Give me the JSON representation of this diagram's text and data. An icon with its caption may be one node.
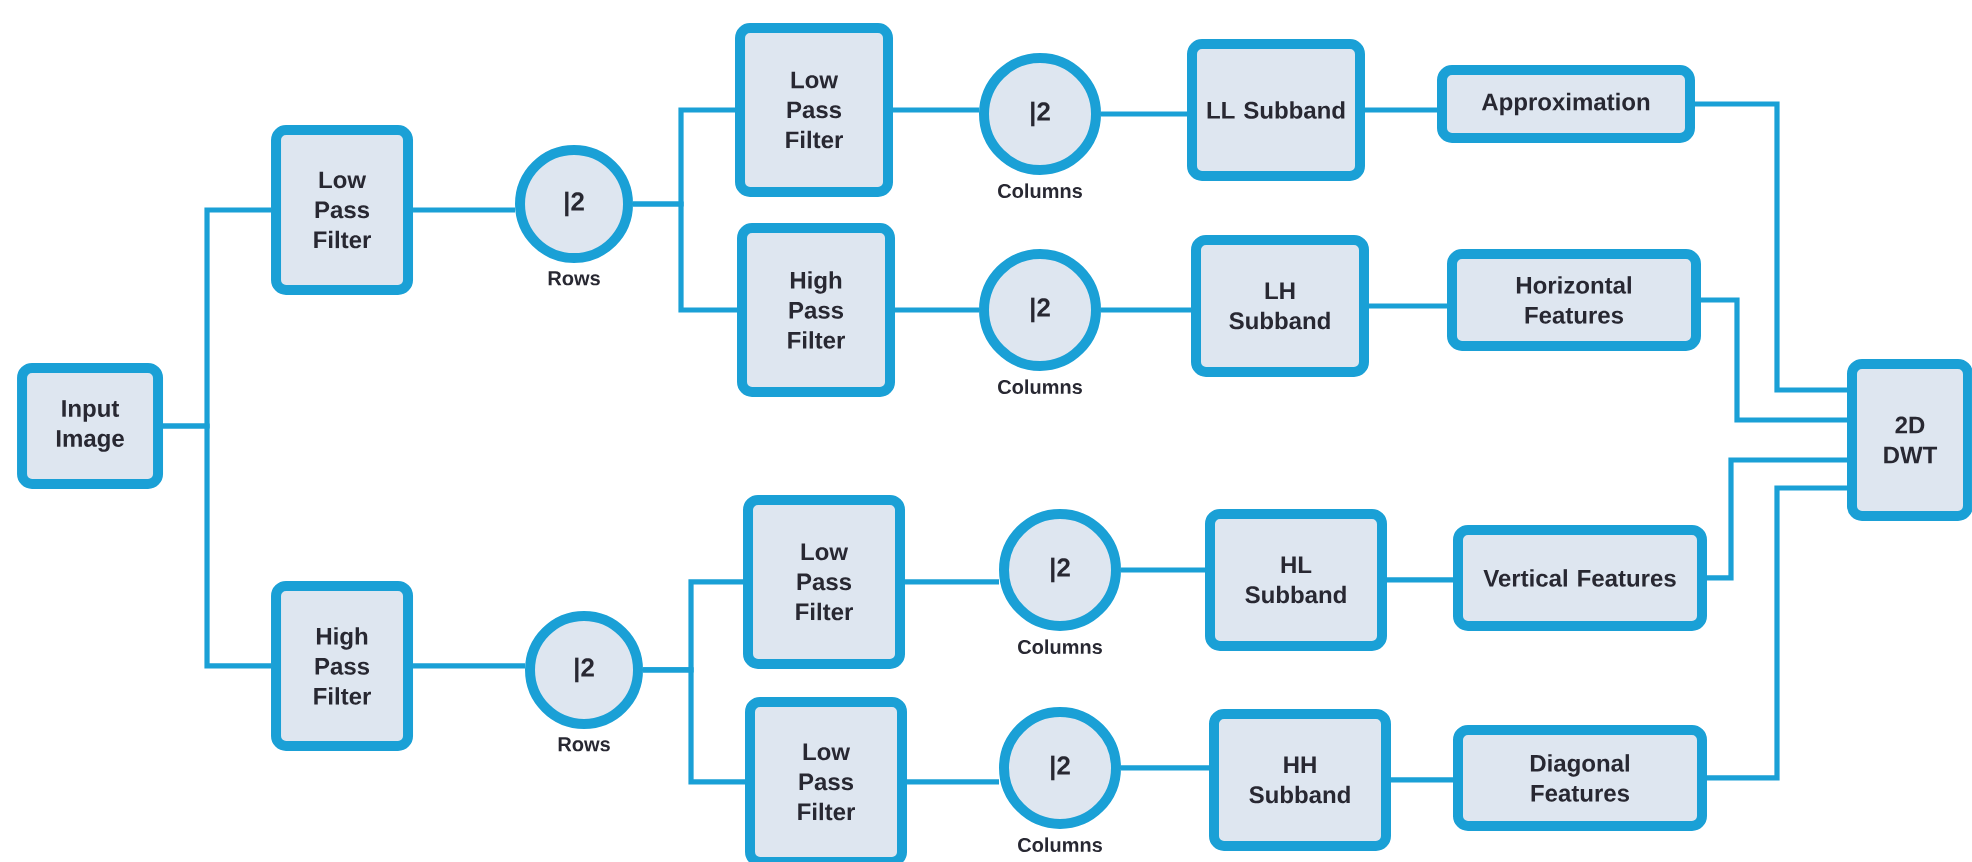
{
  "diagram": {
    "nodes": [
      {
        "text": [
          "Input Image"
        ]
      },
      {
        "text": [
          "Low Pass Filter"
        ]
      },
      {
        "text": [
          "|2"
        ],
        "beside": [
          "Rows"
        ]
      },
      {
        "text": [
          "High Pass Filter"
        ]
      },
      {
        "text": [
          "|2"
        ],
        "beside": [
          "Rows"
        ]
      },
      {
        "text": [
          "Low Pass Filter"
        ]
      },
      {
        "text": [
          "High Pass Filter"
        ]
      },
      {
        "text": [
          "|2"
        ],
        "beside": [
          "Columns"
        ]
      },
      {
        "text": [
          "|2"
        ],
        "beside": [
          "Columns"
        ]
      },
      {
        "text": [
          "LL Subband"
        ]
      },
      {
        "text": [
          "Approximation"
        ]
      },
      {
        "text": [
          "LH Subband"
        ]
      },
      {
        "text": [
          "Horizontal Features"
        ]
      },
      {
        "text": [
          "Low Pass Filter"
        ]
      },
      {
        "text": [
          "Low Pass Filter"
        ]
      },
      {
        "text": [
          "|2"
        ],
        "beside": [
          "Columns"
        ]
      },
      {
        "text": [
          "|2"
        ],
        "beside": [
          "Columns"
        ]
      },
      {
        "text": [
          "HL Subband"
        ]
      },
      {
        "text": [
          "Vertical Features"
        ]
      },
      {
        "text": [
          "HH Subband"
        ]
      },
      {
        "text": [
          "Diagonal Features"
        ]
      },
      {
        "text": [
          "2D DWT"
        ]
      }
    ],
    "edges": [
      {
        "from": 0,
        "to": 1,
        "arrow": "none"
      },
      {
        "from": 0,
        "to": 3,
        "arrow": "none"
      },
      {
        "from": 1,
        "to": 2,
        "arrow": "none"
      },
      {
        "from": 2,
        "to": 5,
        "arrow": "none"
      },
      {
        "from": 2,
        "to": 6,
        "arrow": "none"
      },
      {
        "from": 3,
        "to": 4,
        "arrow": "none"
      },
      {
        "from": 4,
        "to": 13,
        "arrow": "none"
      },
      {
        "from": 4,
        "to": 14,
        "arrow": "none"
      },
      {
        "from": 5,
        "to": 7,
        "arrow": "none"
      },
      {
        "from": 6,
        "to": 8,
        "arrow": "none"
      },
      {
        "from": 7,
        "to": 9,
        "arrow": "none"
      },
      {
        "from": 8,
        "to": 11,
        "arrow": "none"
      },
      {
        "from": 9,
        "to": 10,
        "arrow": "none"
      },
      {
        "from": 11,
        "to": 12,
        "arrow": "none"
      },
      {
        "from": 10,
        "to": 21,
        "arrow": "none"
      },
      {
        "from": 12,
        "to": 21,
        "arrow": "none"
      },
      {
        "from": 13,
        "to": 15,
        "arrow": "none"
      },
      {
        "from": 14,
        "to": 16,
        "arrow": "none"
      },
      {
        "from": 15,
        "to": 17,
        "arrow": "none"
      },
      {
        "from": 16,
        "to": 19,
        "arrow": "none"
      },
      {
        "from": 17,
        "to": 18,
        "arrow": "none"
      },
      {
        "from": 19,
        "to": 20,
        "arrow": "none"
      },
      {
        "from": 18,
        "to": 21,
        "arrow": "none"
      },
      {
        "from": 20,
        "to": 21,
        "arrow": "none"
      }
    ]
  }
}
